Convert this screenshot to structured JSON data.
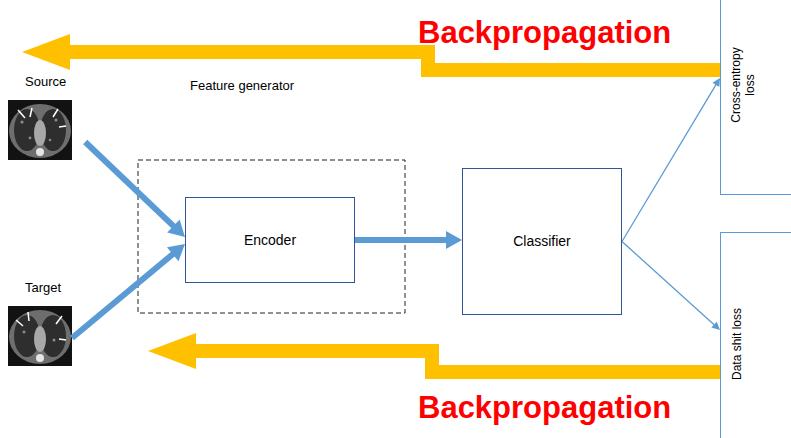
{
  "diagram": {
    "nodes": [
      {
        "text": [
          "Source"
        ]
      },
      {
        "text": [
          "Target"
        ]
      },
      {
        "text": [
          "Encoder"
        ]
      },
      {
        "text": [
          "Classifier"
        ]
      },
      {
        "text": [
          "Cross-entropy loss"
        ]
      },
      {
        "text": [
          "Data shit loss"
        ]
      }
    ],
    "edges": [
      {
        "from": 0,
        "to": 2,
        "arrow": "to"
      },
      {
        "from": 1,
        "to": 2,
        "arrow": "to"
      },
      {
        "from": 2,
        "to": 3,
        "arrow": "to"
      },
      {
        "from": 3,
        "to": 4,
        "arrow": "to"
      },
      {
        "from": 3,
        "to": 5,
        "arrow": "to"
      },
      {
        "from": 4,
        "to": 0,
        "arrow": "to",
        "label": "Backpropagation"
      },
      {
        "from": 5,
        "to": 1,
        "arrow": "to",
        "label": "Backpropagation"
      }
    ],
    "labels": [
      "Feature generator"
    ]
  }
}
